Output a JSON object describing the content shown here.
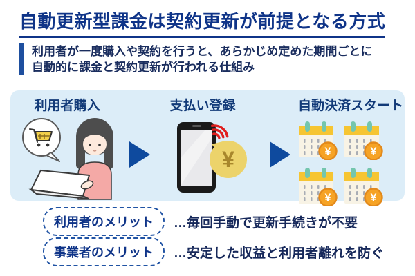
{
  "header": {
    "title": "自動更新型課金は契約更新が前提となる方式",
    "description_line1": "利用者が一度購入や契約を行うと、あらかじめ定めた期間ごとに",
    "description_line2": "自動的に課金と契約更新が行われる仕組み"
  },
  "flow": {
    "steps": [
      {
        "label": "利用者購入",
        "illustration": "woman-shopping-on-laptop-icon"
      },
      {
        "label": "支払い登録",
        "illustration": "smartphone-contactless-payment-icon"
      },
      {
        "label": "自動決済スタート",
        "illustration": "calendar-grid-yen-coins-icon"
      }
    ],
    "arrow_icon": "right-arrow-triangle",
    "yen_symbol": "¥"
  },
  "merits": [
    {
      "label": "利用者のメリット",
      "text": "…毎回手動で更新手続きが不要"
    },
    {
      "label": "事業者のメリット",
      "text": "…安定した収益と利用者離れを防ぐ"
    }
  ],
  "colors": {
    "title_blue": "#0f3488",
    "body_navy": "#1a2d5e",
    "accent_bar_blue": "#1e4f9f",
    "panel_light_blue": "#dcedf8",
    "arrow_blue": "#0e4a9e",
    "dashed_border_blue": "#2053a4",
    "coin_gold": "#ecd36b",
    "coin_orange": "#f6a325",
    "calendar_yellow": "#f6c532",
    "calendar_pin_teal": "#74c6ad",
    "wave_red": "#e01f1f",
    "sweater_pink": "#f4a9a6"
  }
}
